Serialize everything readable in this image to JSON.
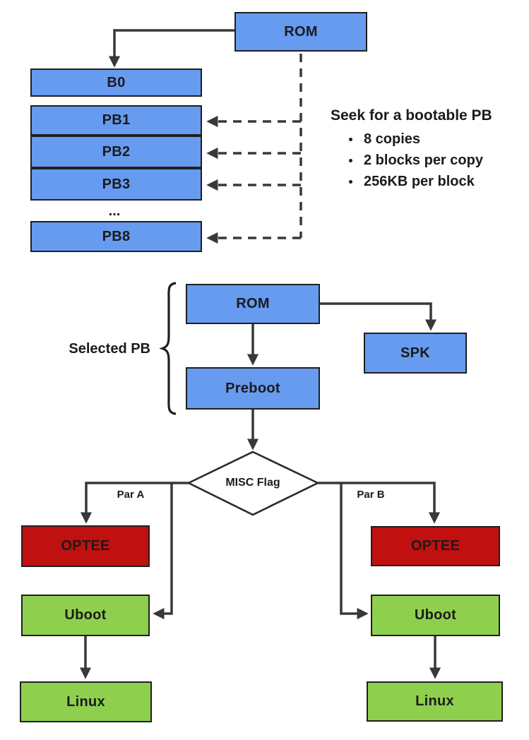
{
  "colors": {
    "box_blue": "#669bf0",
    "box_red": "#c01010",
    "box_green": "#8ed04e",
    "line": "#383838",
    "text": "#1b1b1b"
  },
  "top": {
    "rom": "ROM",
    "b0": "B0",
    "pb1": "PB1",
    "pb2": "PB2",
    "pb3": "PB3",
    "ellipsis": "...",
    "pb8": "PB8",
    "note_title": "Seek for a bootable PB",
    "note_bullets": [
      "8 copies",
      "2 blocks per copy",
      "256KB per block"
    ]
  },
  "middle": {
    "selected_pb": "Selected PB",
    "rom": "ROM",
    "spk": "SPK",
    "preboot": "Preboot"
  },
  "decision": {
    "label": "MISC Flag",
    "left_branch": "Par A",
    "right_branch": "Par B"
  },
  "left_chain": {
    "optee": "OPTEE",
    "uboot": "Uboot",
    "linux": "Linux"
  },
  "right_chain": {
    "optee": "OPTEE",
    "uboot": "Uboot",
    "linux": "Linux"
  }
}
